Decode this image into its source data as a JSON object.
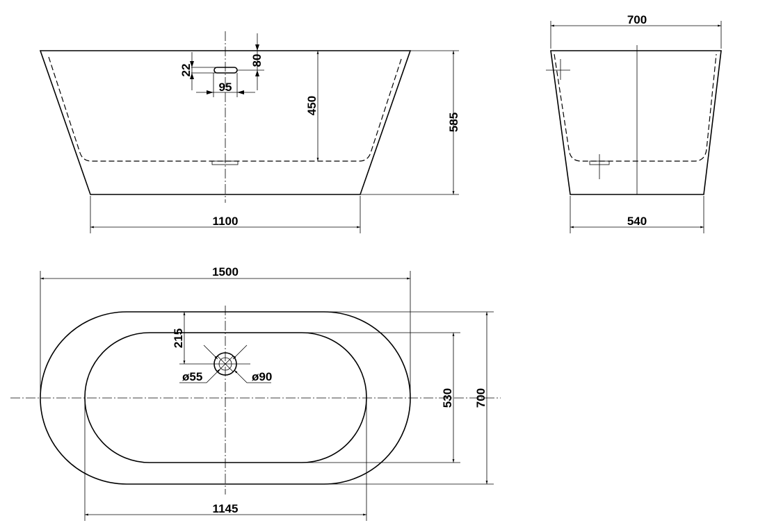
{
  "front_view": {
    "width_bottom": "1100",
    "height_total": "585",
    "depth_inner": "450",
    "overflow_height": "22",
    "overflow_width": "95",
    "overflow_offset": "80"
  },
  "side_view": {
    "width_top": "700",
    "width_bottom": "540"
  },
  "plan_view": {
    "length": "1500",
    "width": "700",
    "inner_width": "530",
    "inner_length": "1145",
    "drain_offset": "215",
    "drain_diameter_inner": "ø55",
    "drain_diameter_outer": "ø90"
  }
}
